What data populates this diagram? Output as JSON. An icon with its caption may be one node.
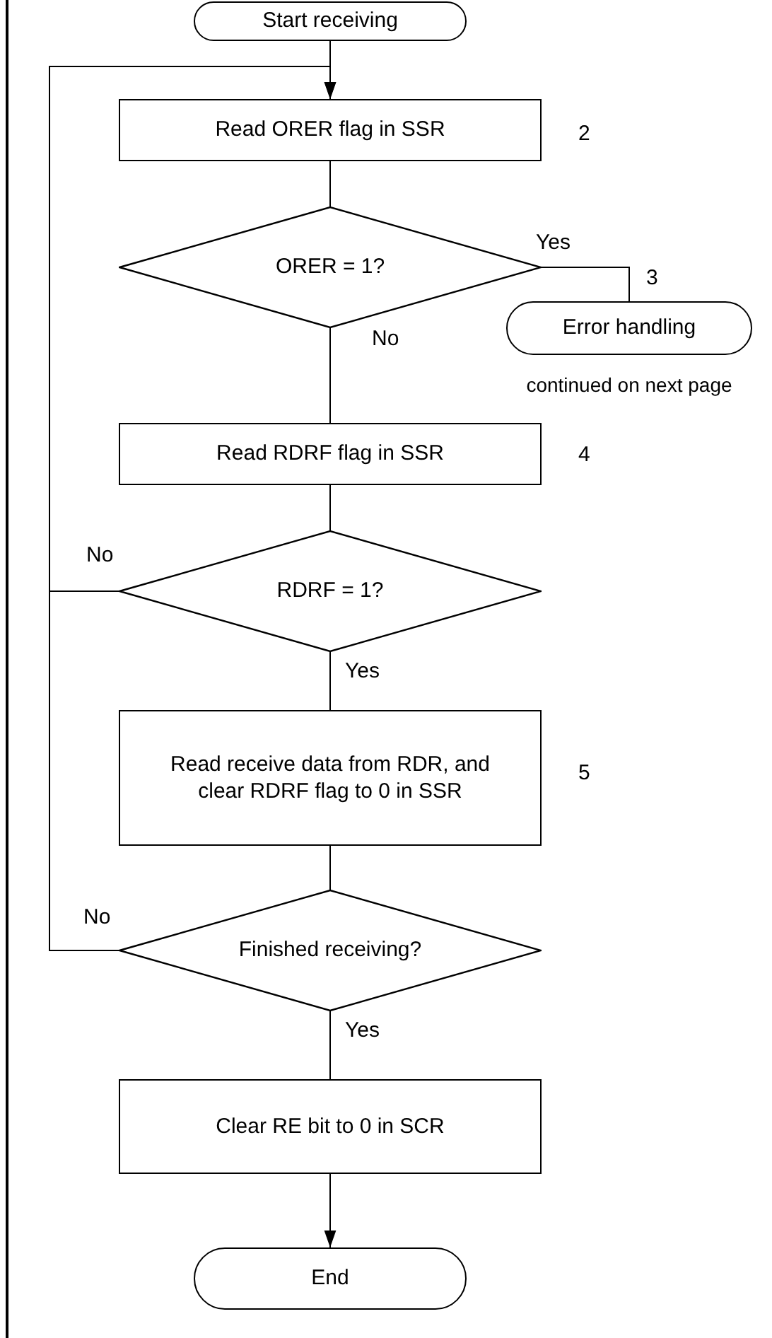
{
  "diagram": {
    "nodes": [
      {
        "text": [
          "Start receiving"
        ]
      },
      {
        "text": [
          "Read ORER flag in SSR"
        ]
      },
      {
        "text": [
          "ORER = 1?"
        ]
      },
      {
        "text": [
          "Error handling"
        ],
        "beside": [
          "continued on next page"
        ]
      },
      {
        "text": [
          "Read RDRF flag in SSR"
        ]
      },
      {
        "text": [
          "RDRF = 1?"
        ]
      },
      {
        "text": [
          "Read receive data from RDR, and clear RDRF flag to 0 in SSR"
        ]
      },
      {
        "text": [
          "Finished receiving?"
        ]
      },
      {
        "text": [
          "Clear RE bit to 0 in SCR"
        ]
      },
      {
        "text": [
          "End"
        ]
      }
    ],
    "edges": [
      {
        "from": 0,
        "to": 1,
        "arrow": "none"
      },
      {
        "from": 1,
        "to": 2,
        "arrow": "none"
      },
      {
        "from": 2,
        "to": 3,
        "label": "Yes",
        "arrow": "none"
      },
      {
        "from": 2,
        "to": 4,
        "label": "No",
        "arrow": "none"
      },
      {
        "from": 4,
        "to": 5,
        "arrow": "none"
      },
      {
        "from": 5,
        "to": 1,
        "label": "No",
        "arrow": "to"
      },
      {
        "from": 5,
        "to": 6,
        "label": "Yes",
        "arrow": "none"
      },
      {
        "from": 6,
        "to": 7,
        "arrow": "none"
      },
      {
        "from": 7,
        "to": 1,
        "label": "No",
        "arrow": "to"
      },
      {
        "from": 7,
        "to": 8,
        "label": "Yes",
        "arrow": "none"
      },
      {
        "from": 8,
        "to": 9,
        "arrow": "to"
      }
    ],
    "labels": [
      "2",
      "3",
      "4",
      "5"
    ]
  }
}
